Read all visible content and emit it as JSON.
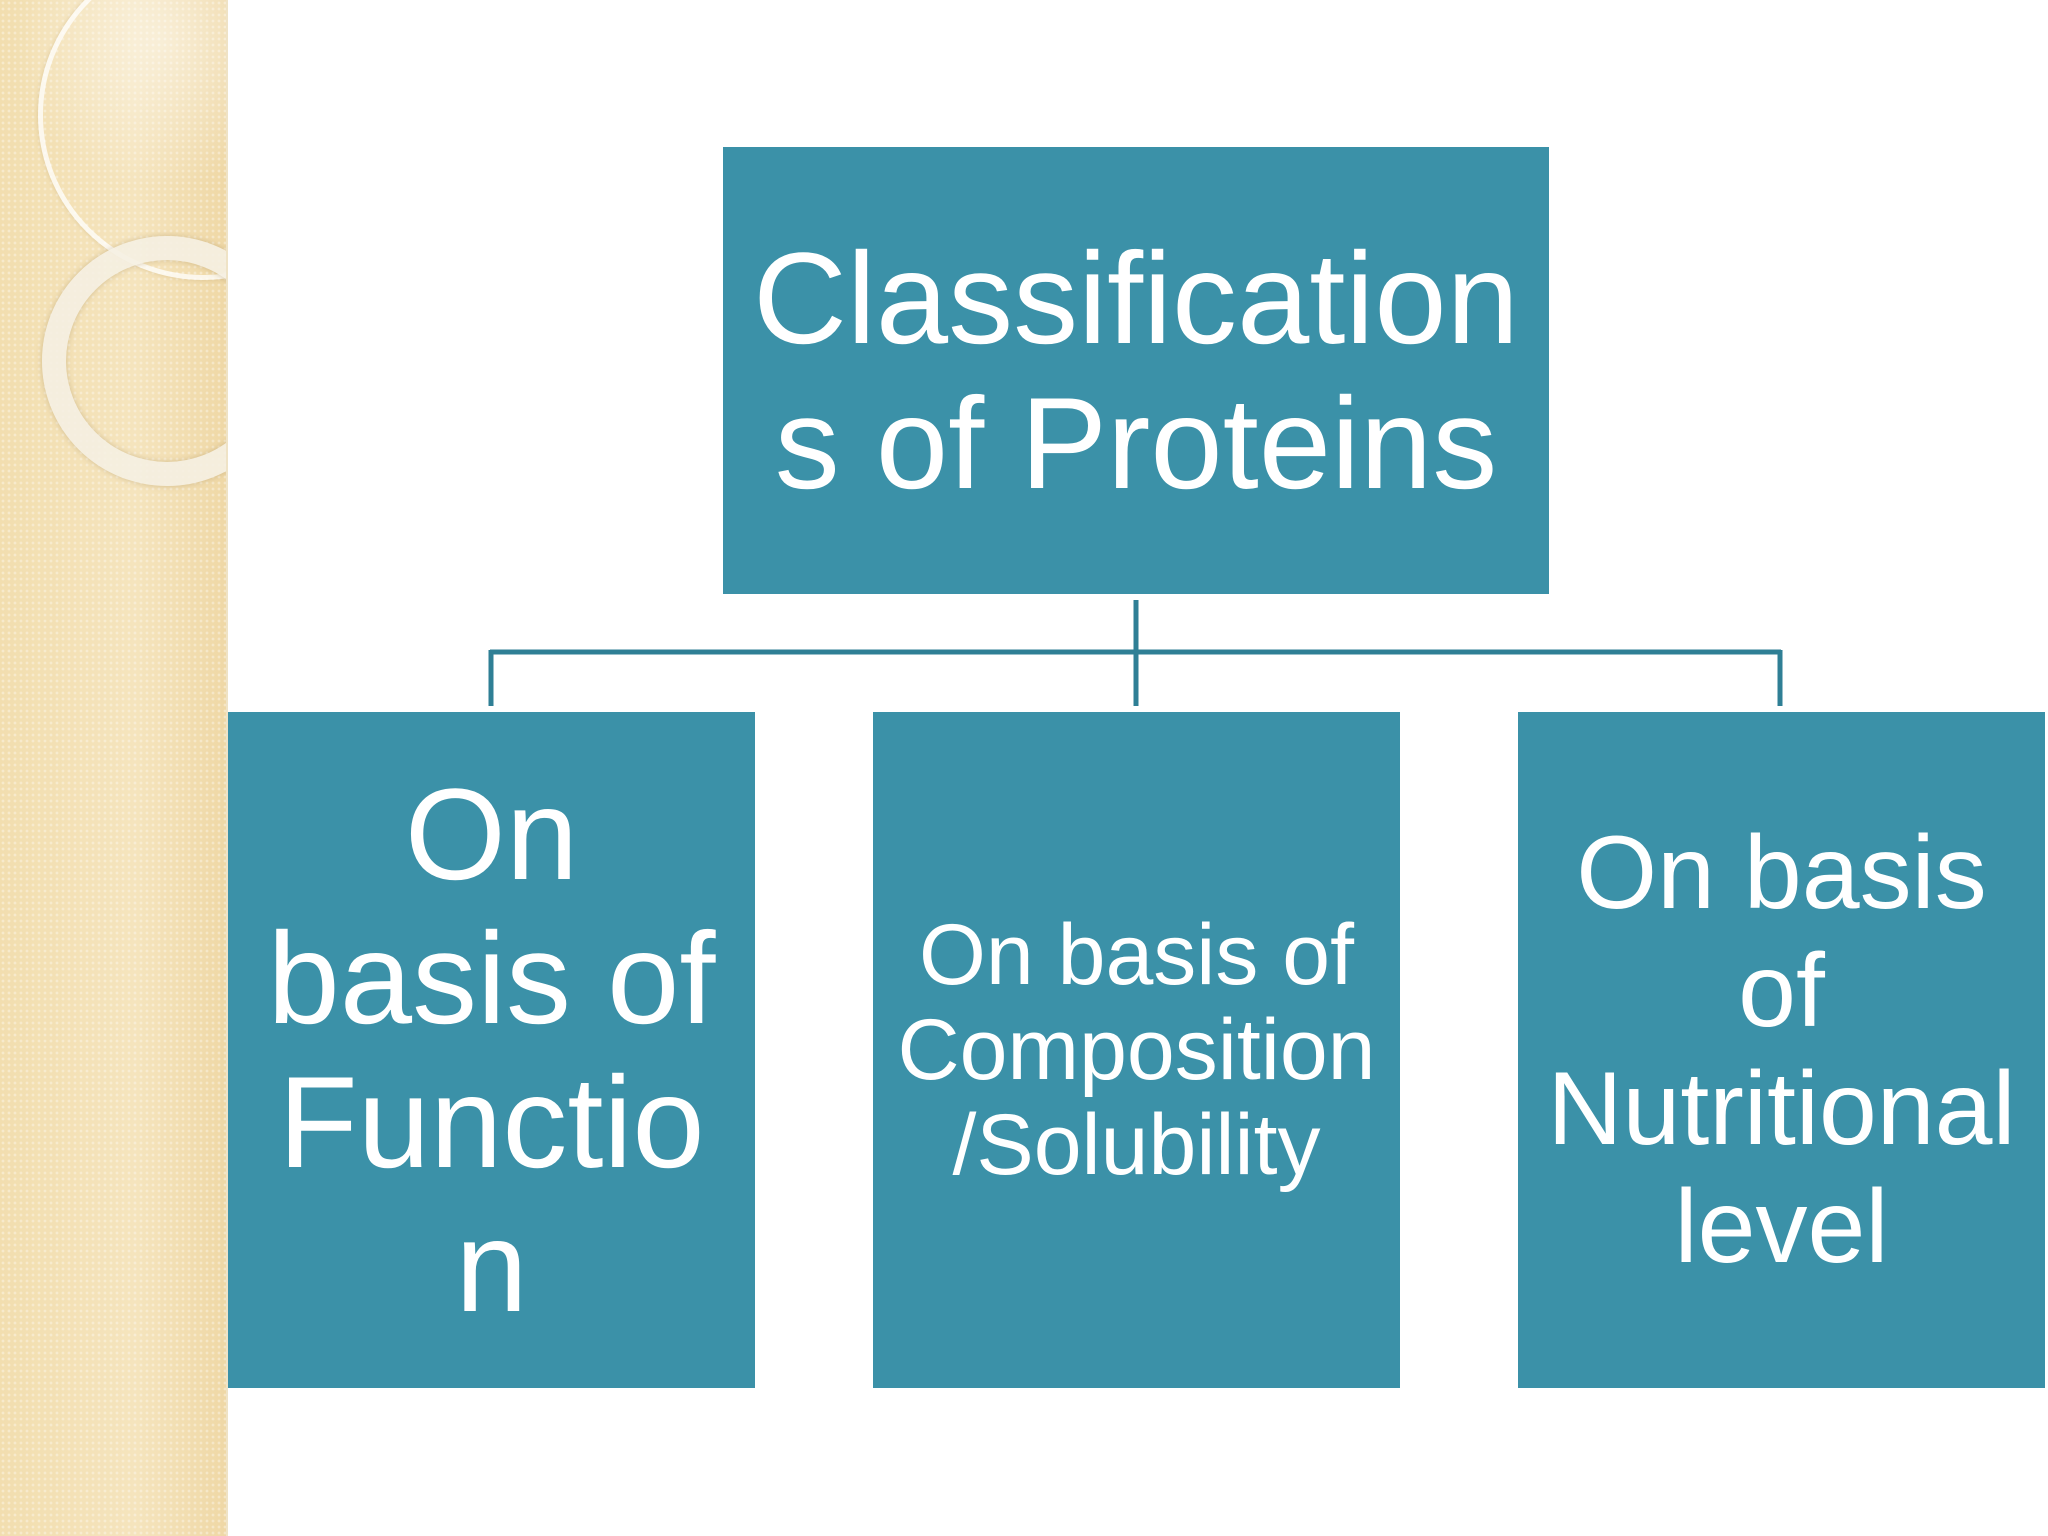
{
  "diagram": {
    "root": {
      "text": "Classification\ns of Proteins"
    },
    "children": [
      {
        "text": "On\nbasis of\nFunctio\nn"
      },
      {
        "text": "On basis of\nComposition\n/Solubility"
      },
      {
        "text": "On basis\nof\nNutritional\nlevel"
      }
    ]
  },
  "colors": {
    "box_fill": "#3b91a8",
    "connector": "#2f7f95",
    "text": "#ffffff",
    "side_panel": "#f3e0b4"
  }
}
